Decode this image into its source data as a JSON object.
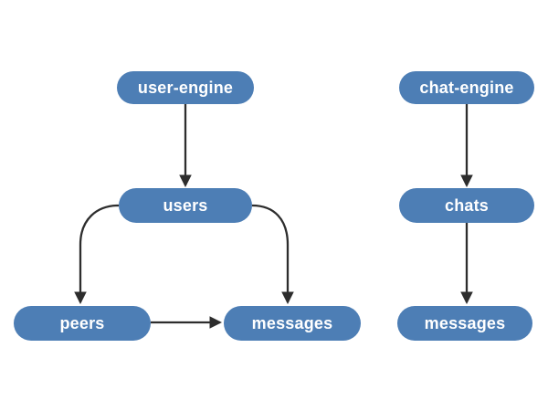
{
  "diagram": {
    "type": "flowchart",
    "colors": {
      "background": "#ffffff",
      "node": "#4d7eb5",
      "text": "#ffffff",
      "edge": "#2d2d2d"
    },
    "nodes": [
      {
        "id": "user-engine",
        "label": "user-engine",
        "column": "left",
        "row": 1
      },
      {
        "id": "users",
        "label": "users",
        "column": "left",
        "row": 2
      },
      {
        "id": "peers",
        "label": "peers",
        "column": "left",
        "row": 3
      },
      {
        "id": "messages-left",
        "label": "messages",
        "column": "left",
        "row": 3
      },
      {
        "id": "chat-engine",
        "label": "chat-engine",
        "column": "right",
        "row": 1
      },
      {
        "id": "chats",
        "label": "chats",
        "column": "right",
        "row": 2
      },
      {
        "id": "messages-right",
        "label": "messages",
        "column": "right",
        "row": 3
      }
    ],
    "edges": [
      {
        "from": "user-engine",
        "to": "users"
      },
      {
        "from": "users",
        "to": "peers"
      },
      {
        "from": "users",
        "to": "messages-left"
      },
      {
        "from": "peers",
        "to": "messages-left"
      },
      {
        "from": "chat-engine",
        "to": "chats"
      },
      {
        "from": "chats",
        "to": "messages-right"
      }
    ]
  }
}
